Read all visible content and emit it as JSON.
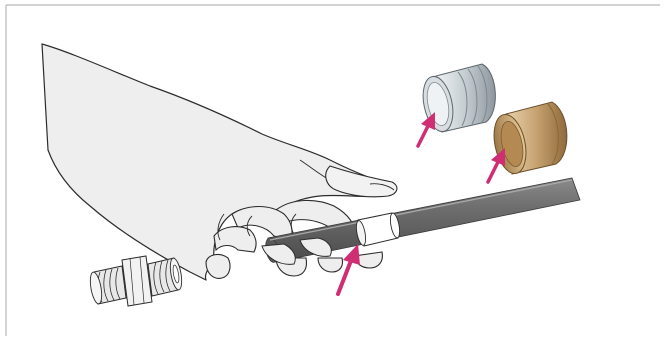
{
  "figure": {
    "frame_color": "#b9b9b9",
    "accent_arrow_color": "#cf2e73",
    "pipe_color": "#6f6f6f",
    "hand_fill": "#eeeeee",
    "hand_outline": "#2c2c2c",
    "ring_color": "#ffffff",
    "silver_sleeve_color": "#c9d0d4",
    "brass_sleeve_color": "#c9a978",
    "fitting_color": "#e8e8e8",
    "arrows": [
      {
        "points_to": "ring-on-pipe"
      },
      {
        "points_to": "silver-sleeve"
      },
      {
        "points_to": "brass-sleeve"
      }
    ]
  }
}
